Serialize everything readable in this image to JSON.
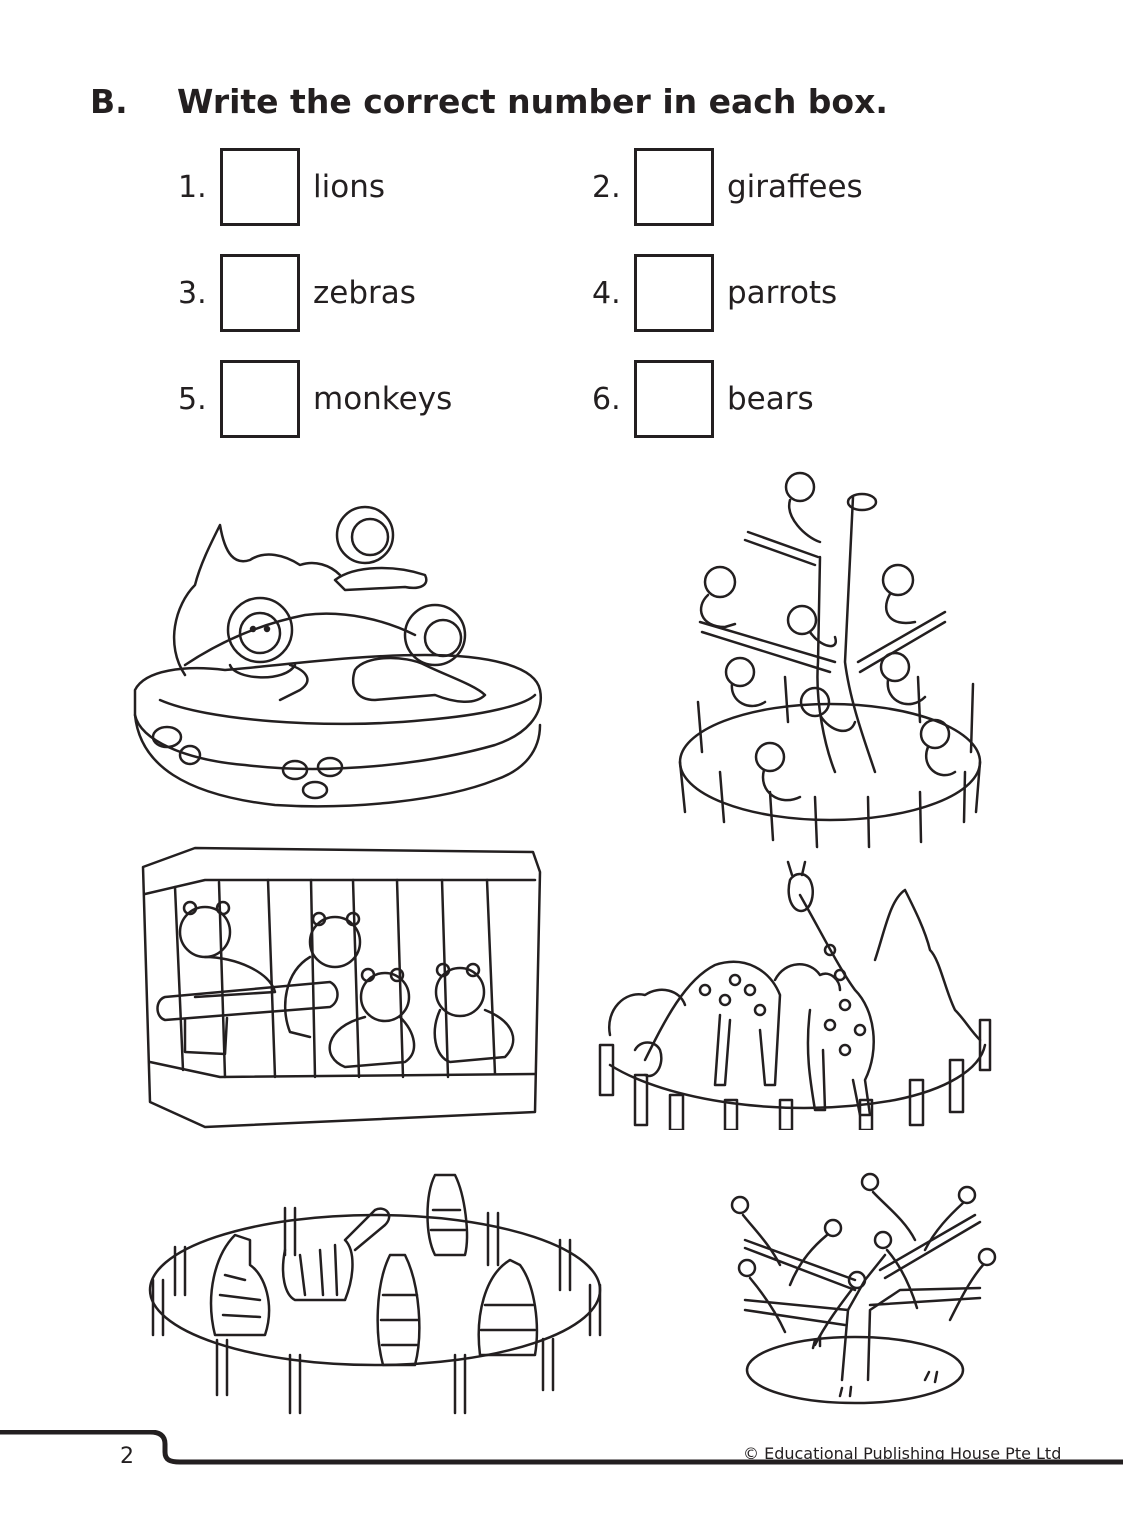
{
  "section": {
    "letter": "B.",
    "instruction": "Write the correct number in each box."
  },
  "questions": [
    {
      "number": "1.",
      "label": "lions",
      "answer": ""
    },
    {
      "number": "2.",
      "label": "giraffees",
      "answer": ""
    },
    {
      "number": "3.",
      "label": "zebras",
      "answer": ""
    },
    {
      "number": "4.",
      "label": "parrots",
      "answer": ""
    },
    {
      "number": "5.",
      "label": "monkeys",
      "answer": ""
    },
    {
      "number": "6.",
      "label": "bears",
      "answer": ""
    }
  ],
  "illustrations": [
    {
      "name": "lion-enclosure",
      "animal": "lions",
      "count_depicted": 3
    },
    {
      "name": "monkey-tree",
      "animal": "monkeys",
      "count_depicted": 10
    },
    {
      "name": "bear-cage",
      "animal": "bears",
      "count_depicted": 4
    },
    {
      "name": "giraffe-enclosure",
      "animal": "giraffes",
      "count_depicted": 2
    },
    {
      "name": "zebra-pen",
      "animal": "zebras",
      "count_depicted": 6
    },
    {
      "name": "parrot-tree",
      "animal": "parrots",
      "count_depicted": 8
    }
  ],
  "footer": {
    "page_number": "2",
    "copyright": "© Educational Publishing House Pte Ltd"
  },
  "colors": {
    "ink": "#231f20",
    "paper": "#ffffff"
  }
}
